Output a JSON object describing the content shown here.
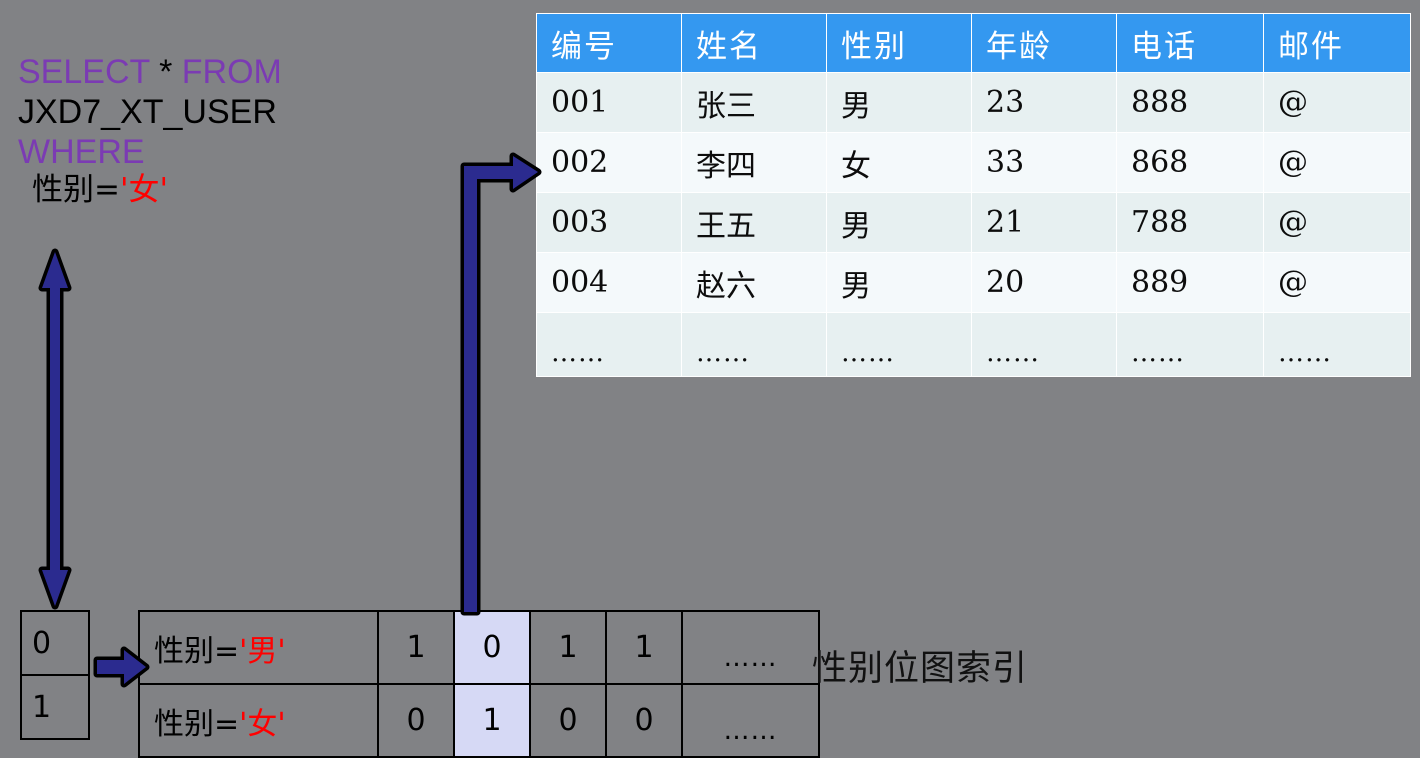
{
  "background_color": "#818285",
  "sql": {
    "line1_keyword": "SELECT",
    "line1_star": " * ",
    "line1_from": "FROM",
    "line2_table": "JXD7_XT_USER",
    "line3_keyword": "WHERE",
    "line4_field": "性别=",
    "line4_value": "'女'",
    "keyword_color": "#7b3bb3",
    "literal_color": "#ff0000"
  },
  "user_table": {
    "header_color": "#3498f0",
    "columns": [
      "编号",
      "姓名",
      "性别",
      "年龄",
      "电话",
      "邮件"
    ],
    "rows": [
      [
        "001",
        "张三",
        "男",
        "23",
        "888",
        "@"
      ],
      [
        "002",
        "李四",
        "女",
        "33",
        "868",
        "@"
      ],
      [
        "003",
        "王五",
        "男",
        "21",
        "788",
        "@"
      ],
      [
        "004",
        "赵六",
        "男",
        "20",
        "889",
        "@"
      ],
      [
        "……",
        "……",
        "……",
        "……",
        "……",
        "……"
      ]
    ]
  },
  "bitmap_index": {
    "caption": "性别位图索引",
    "key_values": [
      "0",
      "1"
    ],
    "highlight_color": "#d6d9f5",
    "rows": [
      {
        "predicate_field": "性别=",
        "predicate_value": "'男'",
        "bits": [
          "1",
          "0",
          "1",
          "1"
        ],
        "tail": "……"
      },
      {
        "predicate_field": "性别=",
        "predicate_value": "'女'",
        "bits": [
          "0",
          "1",
          "0",
          "0"
        ],
        "tail": "……"
      }
    ],
    "highlighted_bit_column": 1
  },
  "arrows": {
    "color": "#2b2b8f",
    "outline_color": "#000000",
    "vertical_double_label": "where-clause-to-bitmap-arrow",
    "elbow_label": "bitmap-bit-to-row-arrow",
    "small_right_label": "key-to-bitmap-arrow"
  }
}
